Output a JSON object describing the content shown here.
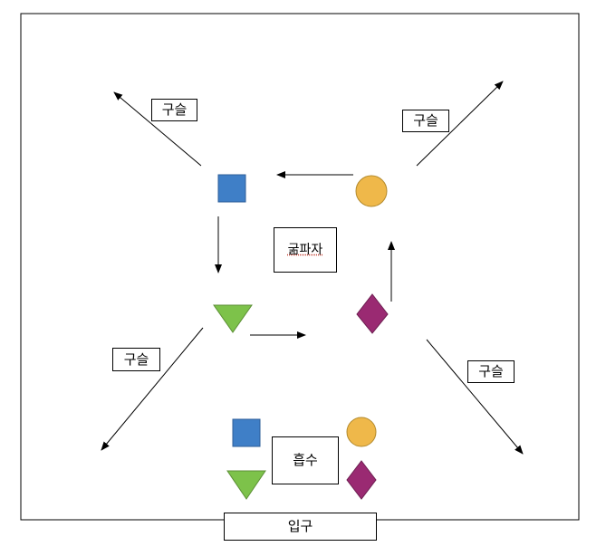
{
  "labels": {
    "top_left": "구슬",
    "top_right": "구슬",
    "mid_left": "구슬",
    "mid_right": "구슬",
    "center": "굶파자",
    "absorb": "흡수",
    "entrance": "입구"
  },
  "shapes": {
    "square_color": "#3f7fc7",
    "circle_color": "#efb84a",
    "triangle_color": "#7dc24a",
    "diamond_color": "#9a2a72",
    "stroke_color": "#5a5a5a"
  },
  "icons": {
    "square": "square-icon",
    "circle": "circle-icon",
    "triangle": "triangle-icon",
    "diamond": "diamond-icon"
  }
}
